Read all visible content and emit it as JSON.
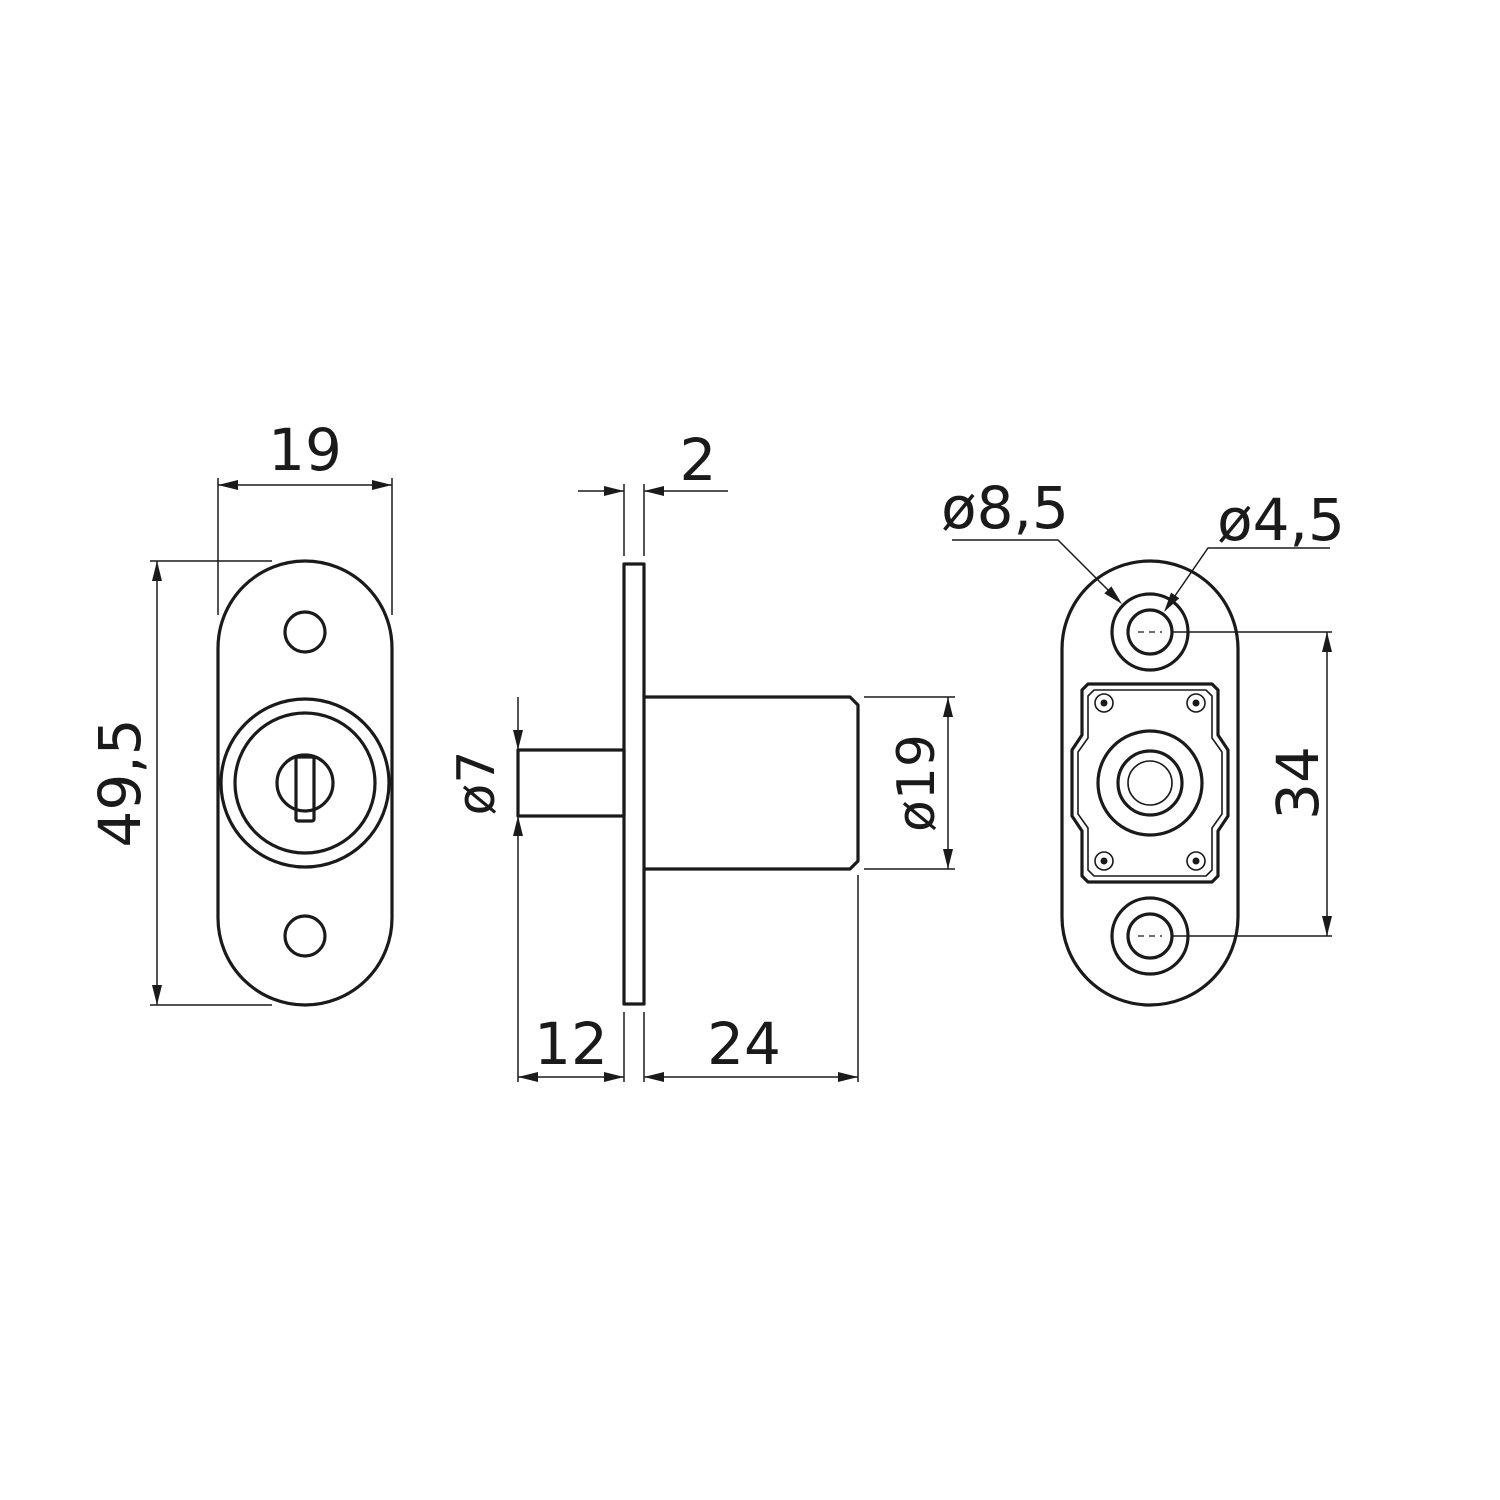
{
  "drawing": {
    "front_view": {
      "width_dim": "19",
      "height_dim": "49,5"
    },
    "side_view": {
      "flange_thickness_dim": "2",
      "bolt_diameter_dim": "ø7",
      "cylinder_diameter_dim": "ø19",
      "bolt_length_dim": "12",
      "cylinder_length_dim": "24"
    },
    "back_view": {
      "counterbore_diameter_dim": "ø8,5",
      "hole_diameter_dim": "ø4,5",
      "hole_spacing_dim": "34"
    }
  }
}
